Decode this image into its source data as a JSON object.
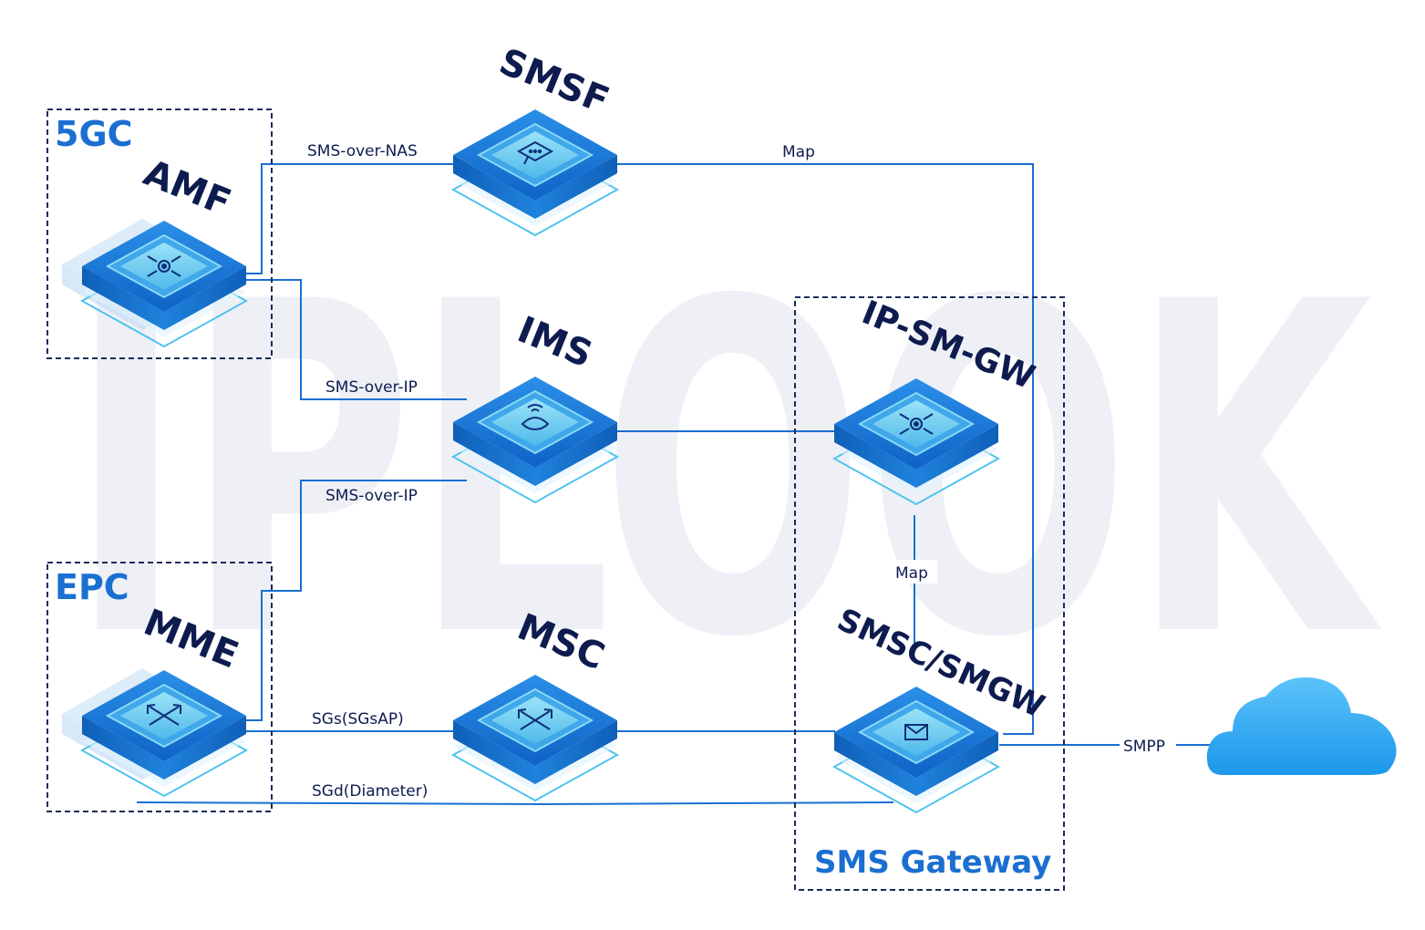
{
  "watermark": "IPLOOK",
  "groups": {
    "fivegc": "5GC",
    "epc": "EPC",
    "sms_gateway": "SMS Gateway"
  },
  "nodes": {
    "amf": "AMF",
    "mme": "MME",
    "smsf": "SMSF",
    "ims": "IMS",
    "msc": "MSC",
    "ipsmgw": "IP-SM-GW",
    "smsc": "SMSC/SMGW"
  },
  "edges": {
    "sms_over_nas": "SMS-over-NAS",
    "map_top": "Map",
    "sms_over_ip_1": "SMS-over-IP",
    "sms_over_ip_2": "SMS-over-IP",
    "map_gw": "Map",
    "sgs": "SGs(SGsAP)",
    "sgd": "SGd(Diameter)",
    "smpp": "SMPP"
  },
  "colors": {
    "line": "#1a6fd1",
    "node_dark": "#0d5fc2",
    "node_mid": "#2f8ee6",
    "node_light": "#7fd0f2",
    "label_dark": "#0d1b4f",
    "group_label": "#1a6fd1",
    "watermark": "#eef0f6",
    "cloud": "#2aa8f2"
  }
}
